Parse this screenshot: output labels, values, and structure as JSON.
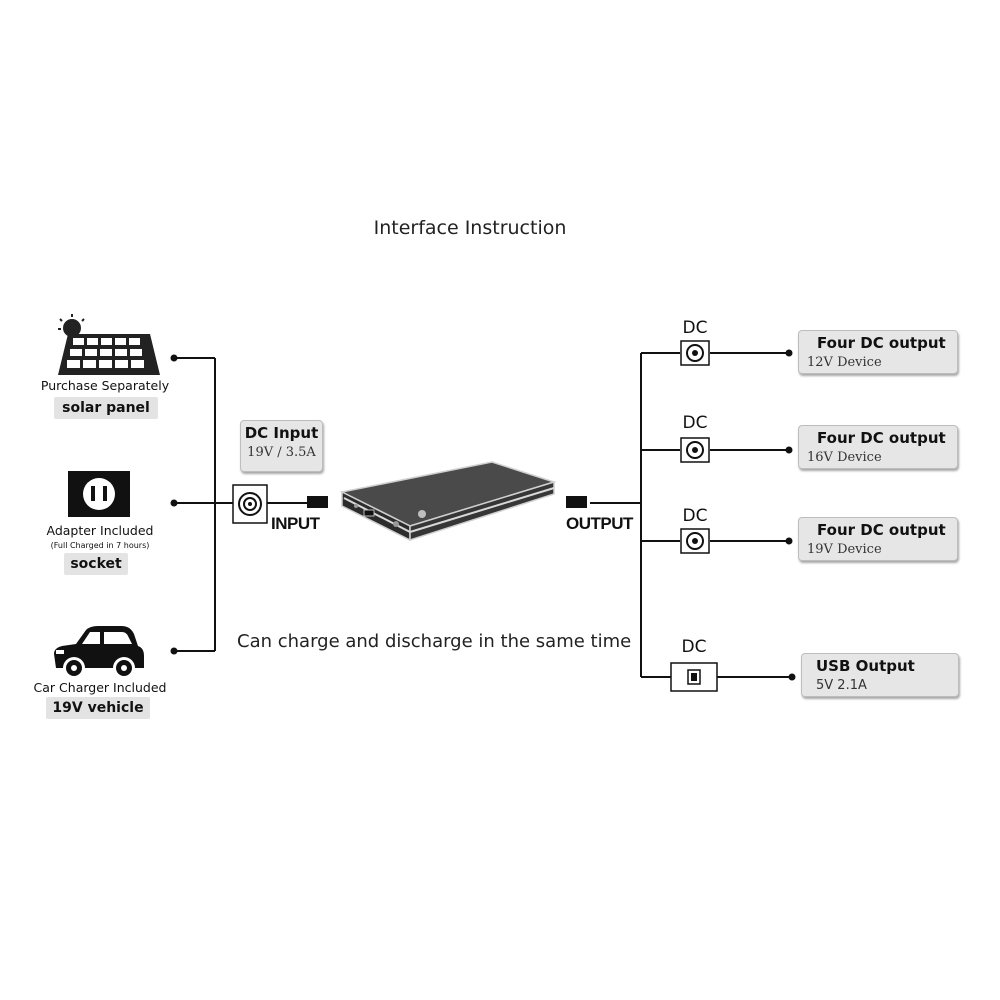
{
  "title": "Interface Instruction",
  "sources": [
    {
      "icon": "solar-panel-icon",
      "caption": "Purchase Separately",
      "sub": "",
      "tag": "solar panel"
    },
    {
      "icon": "socket-icon",
      "caption": "Adapter Included",
      "sub": "(Full Charged in 7 hours)",
      "tag": "socket"
    },
    {
      "icon": "car-icon",
      "caption": "Car Charger Included",
      "sub": "",
      "tag": "19V  vehicle"
    }
  ],
  "input": {
    "heading": "DC Input",
    "spec": "19V / 3.5A",
    "port_label": "INPUT"
  },
  "output": {
    "port_label": "OUTPUT"
  },
  "note": "Can charge and discharge in the same time",
  "outputs": [
    {
      "connector": "DC",
      "port": "dc-barrel",
      "heading": "Four DC output",
      "detail": "12V Device"
    },
    {
      "connector": "DC",
      "port": "dc-barrel",
      "heading": "Four DC output",
      "detail": "16V Device"
    },
    {
      "connector": "DC",
      "port": "dc-barrel",
      "heading": "Four DC output",
      "detail": "19V Device"
    },
    {
      "connector": "DC",
      "port": "usb",
      "heading": "USB Output",
      "detail": "5V  2.1A"
    }
  ],
  "colors": {
    "line": "#111111",
    "box_fill": "#e6e6e6",
    "device_body": "#3a3a3a",
    "device_trim": "#c8c8c8"
  }
}
